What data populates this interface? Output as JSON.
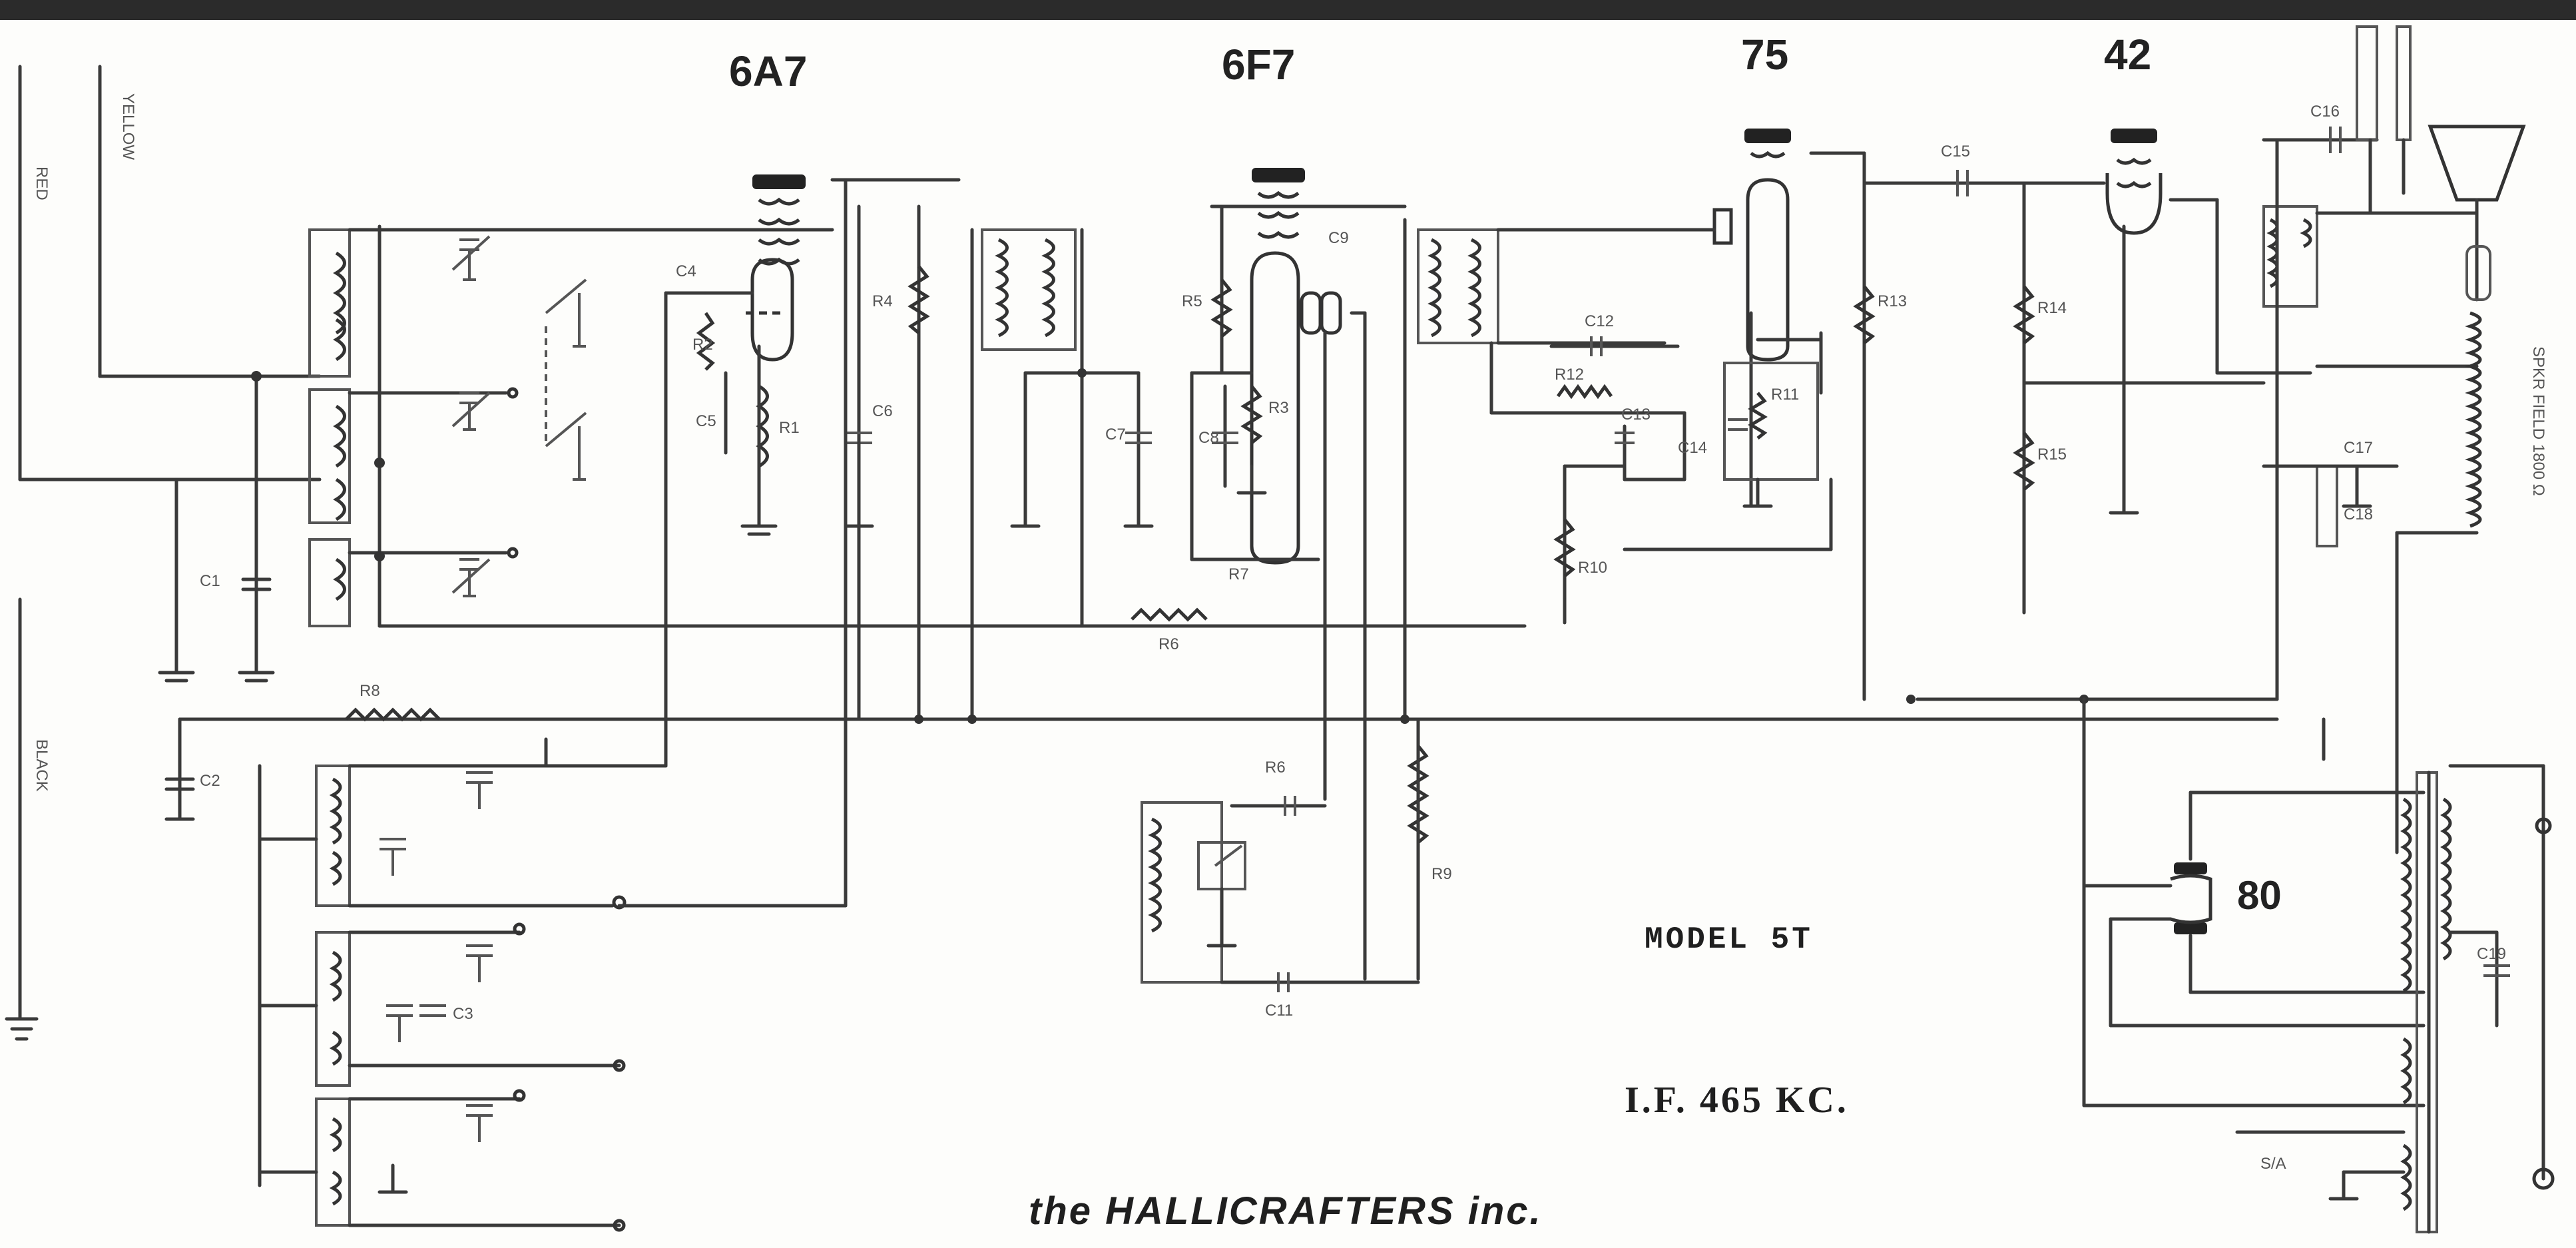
{
  "tubes": {
    "t1": "6A7",
    "t2": "6F7",
    "t3": "75",
    "t4": "42",
    "rect": "80"
  },
  "model": "MODEL 5T",
  "if_freq": "I.F. 465 KC.",
  "maker": "the HALLICRAFTERS inc."
}
